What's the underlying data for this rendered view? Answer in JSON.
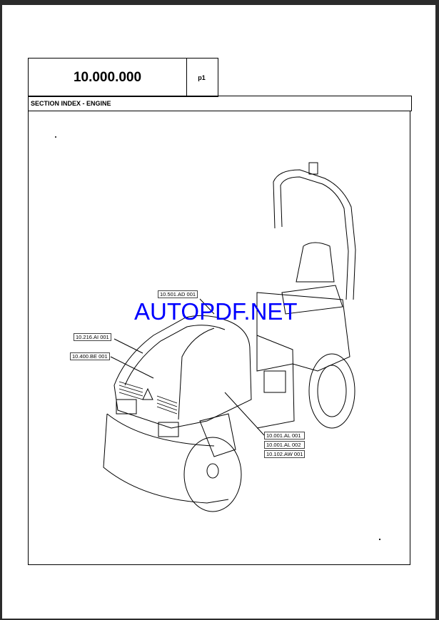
{
  "header": {
    "code": "10.000.000",
    "page": "p1"
  },
  "section_title": "SECTION INDEX - ENGINE",
  "callouts": [
    "10.501.AD 001",
    "10.216.AI 001",
    "10.400.BE 001",
    "10.001.AL 001",
    "10.001.AL 002",
    "10.102.AW 001"
  ],
  "watermark": "AUTOPDF.NET"
}
